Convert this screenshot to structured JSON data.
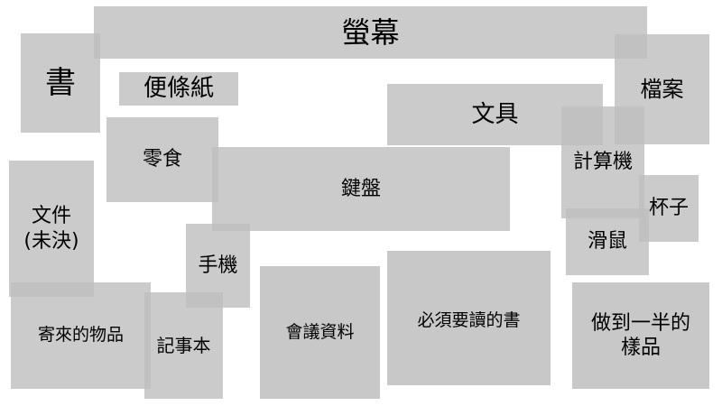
{
  "items": {
    "screen": "螢幕",
    "book": "書",
    "sticky_notes": "便條紙",
    "stationery": "文具",
    "files": "檔案",
    "snacks": "零食",
    "keyboard": "鍵盤",
    "calculator": "計算機",
    "cup": "杯子",
    "documents_pending_line1": "文件",
    "documents_pending_line2": "(未決)",
    "mouse": "滑鼠",
    "phone": "手機",
    "incoming_items": "寄來的物品",
    "notepad": "記事本",
    "meeting_materials": "會議資料",
    "must_read_books": "必須要讀的書",
    "half_done_samples_line1": "做到一半的",
    "half_done_samples_line2": "樣品"
  }
}
